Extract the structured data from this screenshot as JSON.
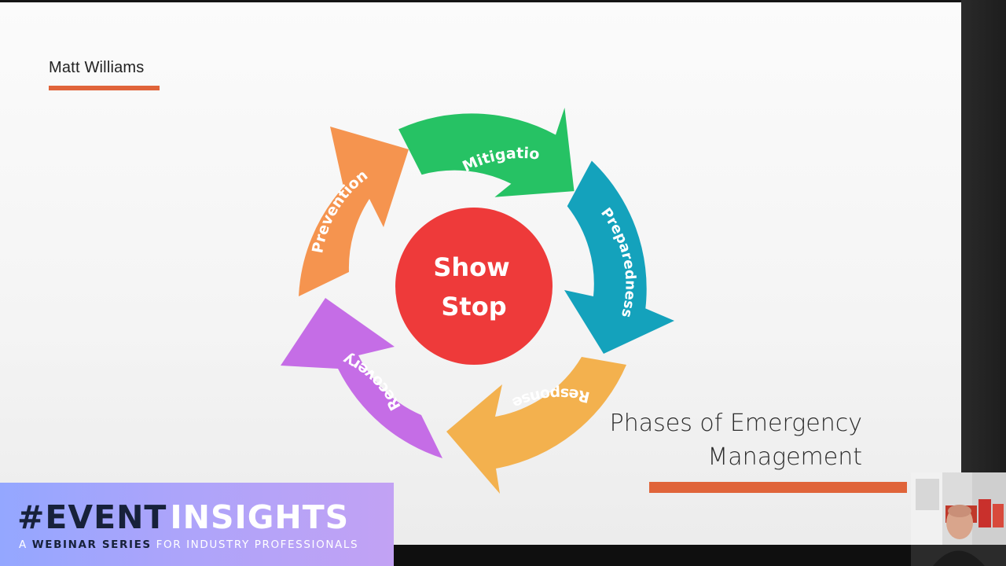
{
  "slide": {
    "author": "Matt Williams",
    "title_lines": [
      "Phases of Emergency",
      "Management"
    ],
    "accent_color": "#e0643a"
  },
  "diagram": {
    "center": {
      "lines": [
        "Show",
        "Stop"
      ],
      "color": "#ee3a3a"
    },
    "phases": [
      {
        "label": "Mitigation",
        "color": "#26c264"
      },
      {
        "label": "Preparedness",
        "color": "#14a2bc"
      },
      {
        "label": "Response",
        "color": "#f3b14e"
      },
      {
        "label": "Recovery",
        "color": "#c56de6"
      },
      {
        "label": "Prevention",
        "color": "#f5944f"
      }
    ]
  },
  "banner": {
    "hashtag": "#EVENT",
    "word": "INSIGHTS",
    "sub_prefix": "A",
    "sub_bold": "WEBINAR SERIES",
    "sub_rest": "FOR INDUSTRY PROFESSIONALS"
  }
}
